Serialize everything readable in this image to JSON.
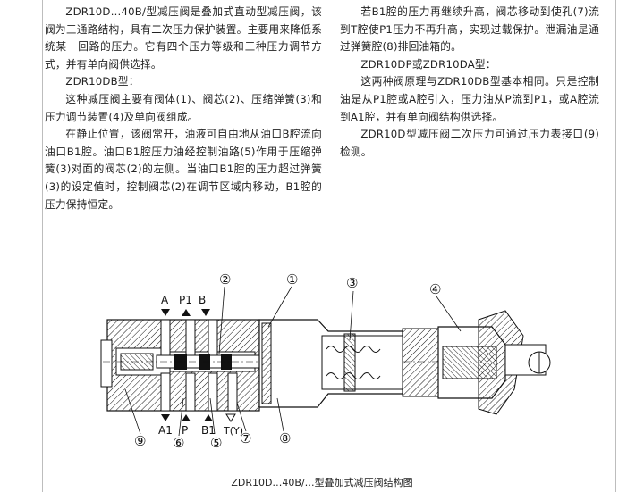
{
  "left_column": [
    {
      "text": "ZDR10D…40B/型减压阀是叠加式直动型减压阀，该阀为三通路结构，具有二次压力保护装置。主要用来降低系统某一回路的压力。它有四个压力等级和三种压力调节方式，并有单向阀供选择。",
      "indent": true
    },
    {
      "text": "ZDR10DB型：",
      "indent": true
    },
    {
      "text": "这种减压阀主要有阀体(1)、阀芯(2)、压缩弹簧(3)和压力调节装置(4)及单向阀组成。",
      "indent": true
    },
    {
      "text": "在静止位置，该阀常开，油液可自由地从油口B腔流向油口B1腔。油口B1腔压力油经控制油路(5)作用于压缩弹簧(3)对面的阀芯(2)的左侧。当油口B1腔的压力超过弹簧(3)的设定值时，控制阀芯(2)在调节区域内移动，B1腔的压力保持恒定。",
      "indent": true
    }
  ],
  "right_column": [
    {
      "text": "若B1腔的压力再继续升高，阀芯移动到使孔(7)流到T腔使P1压力不再升高，实现过载保护。泄漏油是通过弹簧腔(8)排回油箱的。",
      "indent": true
    },
    {
      "text": "ZDR10DP或ZDR10DA型：",
      "indent": true
    },
    {
      "text": "这两种阀原理与ZDR10DB型基本相同。只是控制油是从P1腔或A腔引入，压力油从P流到P1，或A腔流到A1腔，并有单向阀结构供选择。",
      "indent": true
    },
    {
      "text": "ZDR10D型减压阀二次压力可通过压力表接口(9)检测。",
      "indent": true
    }
  ],
  "figure": {
    "top_ports": [
      "A",
      "P1",
      "B"
    ],
    "bottom_ports": [
      "A1",
      "P",
      "B1",
      "T(Y)"
    ],
    "callouts": [
      "①",
      "②",
      "③",
      "④",
      "⑤",
      "⑥",
      "⑦",
      "⑧",
      "⑨"
    ],
    "caption": "ZDR10D…40B/…型叠加式减压阀结构图"
  },
  "colors": {
    "text": "#222222",
    "border": "#bdbdbd"
  }
}
